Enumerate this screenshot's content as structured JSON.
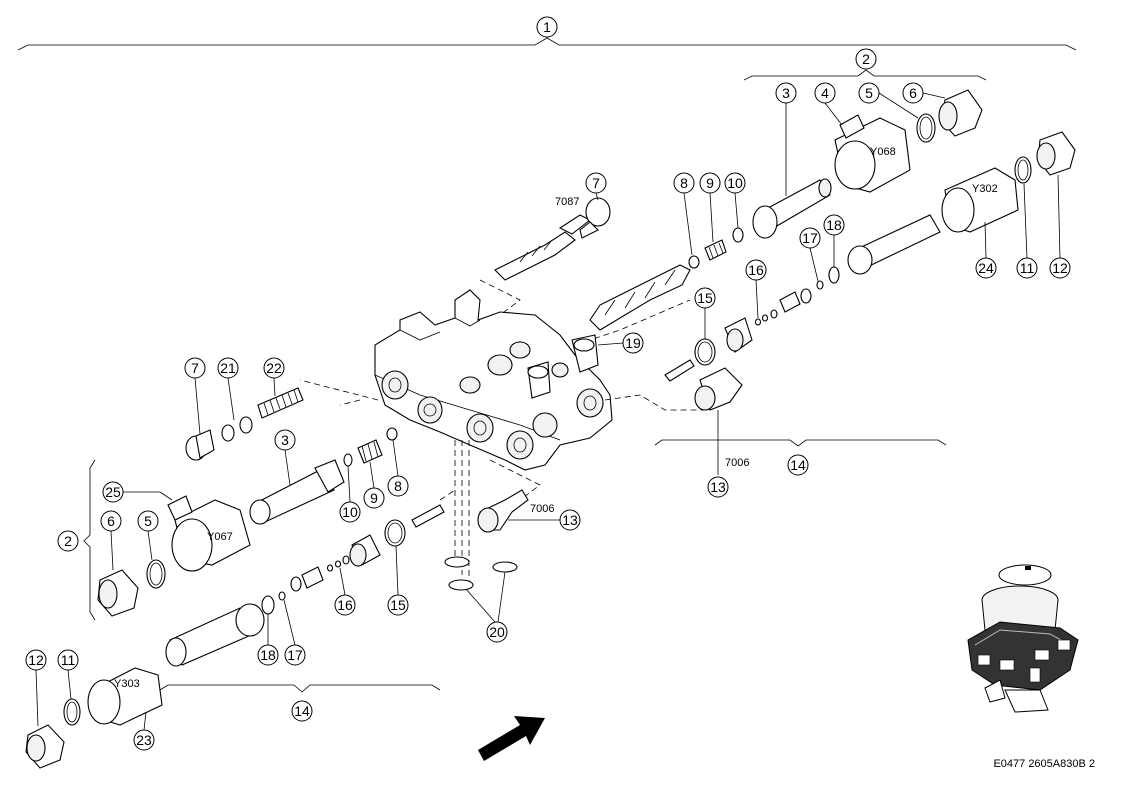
{
  "callouts": {
    "c1": "1",
    "c2_top": "2",
    "c3_top": "3",
    "c4": "4",
    "c5_top": "5",
    "c6_top": "6",
    "c7_top": "7",
    "c8_top": "8",
    "c9_top": "9",
    "c10_top": "10",
    "c11_right": "11",
    "c12_right": "12",
    "c13_mid": "13",
    "c13_right": "13",
    "c14_right": "14",
    "c14_left": "14",
    "c15_top": "15",
    "c15_bot": "15",
    "c16_top": "16",
    "c16_bot": "16",
    "c17_top": "17",
    "c17_bot": "17",
    "c18_top": "18",
    "c18_bot": "18",
    "c19": "19",
    "c20": "20",
    "c21": "21",
    "c22": "22",
    "c23": "23",
    "c24": "24",
    "c25": "25",
    "c7_left": "7",
    "c3_left": "3",
    "c2_left": "2",
    "c5_left": "5",
    "c6_left": "6",
    "c8_left": "8",
    "c9_left": "9",
    "c10_left": "10",
    "c11_left": "11",
    "c12_left": "12"
  },
  "component_labels": {
    "solenoid_y068": "Y068",
    "solenoid_y302": "Y302",
    "solenoid_y067": "Y067",
    "solenoid_y303": "Y303",
    "ref_7087": "7087",
    "ref_7006_mid": "7006",
    "ref_7006_right": "7006"
  },
  "footer": {
    "code": "E0477 2605A830B 2"
  }
}
